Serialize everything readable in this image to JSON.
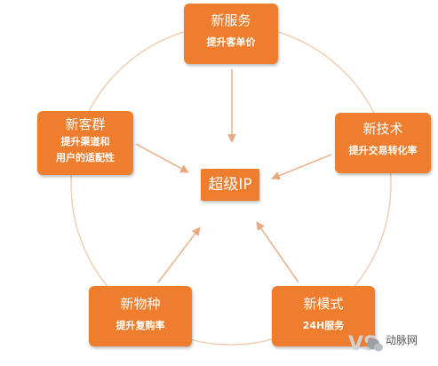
{
  "center": {
    "label": "超级IP"
  },
  "nodes": {
    "top": {
      "title": "新服务",
      "sub": "提升客单价"
    },
    "right": {
      "title": "新技术",
      "sub": "提升交易转化率"
    },
    "left": {
      "title": "新客群",
      "sub_line1": "提升渠道和",
      "sub_line2": "用户的适配性"
    },
    "bottom_left": {
      "title": "新物种",
      "sub": "提升复购率"
    },
    "bottom_right": {
      "title": "新模式",
      "sub": "24H服务"
    }
  },
  "watermark": {
    "logo_text": "VS",
    "text": "动脉网"
  },
  "colors": {
    "node_fill": "#ee7e2d",
    "line": "#efc9a9",
    "arrow": "#e9a97e"
  }
}
